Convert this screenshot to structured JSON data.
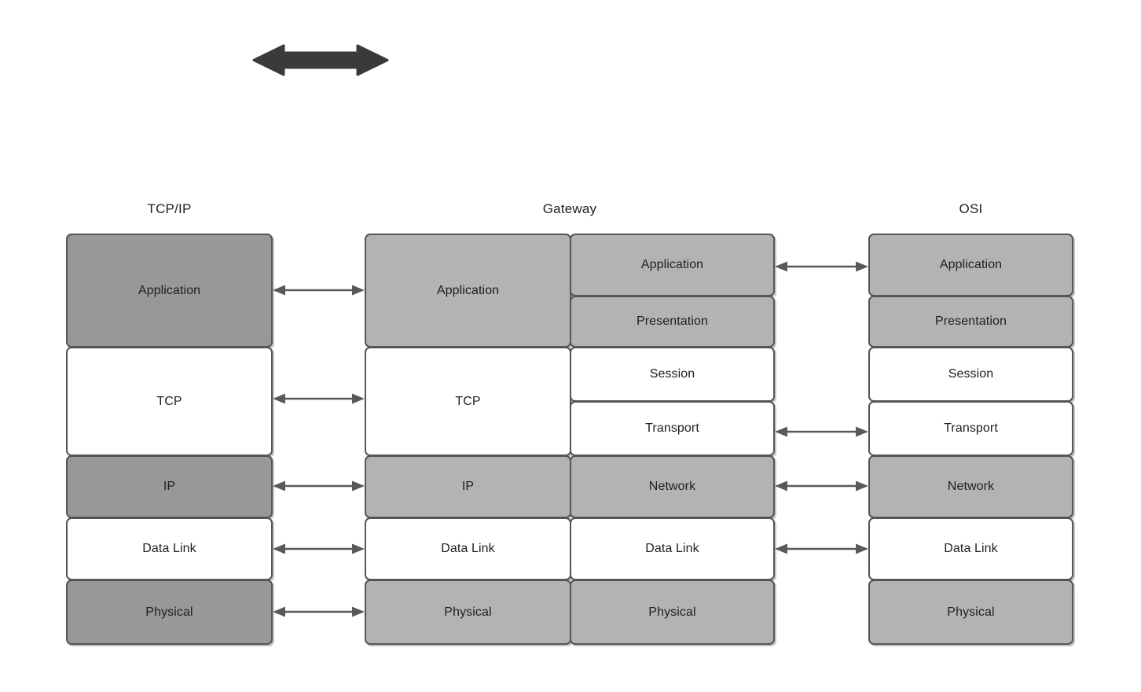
{
  "diagram": {
    "title_top_arrow": "bidirectional-arrow",
    "colors": {
      "tcpip_shaded": "#989898",
      "gateway_shaded": "#b3b3b3",
      "osi_shaded": "#b3b3b3",
      "unshaded": "#ffffff",
      "border": "#555555",
      "connector": "#595959",
      "big_arrow": "#3a3a3a",
      "text": "#1f1f1f"
    },
    "columns": [
      {
        "id": "tcpip",
        "title": "TCP/IP",
        "layers": [
          {
            "label": "Application",
            "shaded": true
          },
          {
            "label": "TCP",
            "shaded": false
          },
          {
            "label": "IP",
            "shaded": true
          },
          {
            "label": "Data Link",
            "shaded": false
          },
          {
            "label": "Physical",
            "shaded": true
          }
        ]
      },
      {
        "id": "gateway",
        "title": "Gateway",
        "left_layers": [
          {
            "label": "Application",
            "shaded": true
          },
          {
            "label": "TCP",
            "shaded": false
          },
          {
            "label": "IP",
            "shaded": true
          },
          {
            "label": "Data Link",
            "shaded": false
          },
          {
            "label": "Physical",
            "shaded": true
          }
        ],
        "right_layers": [
          {
            "label": "Application",
            "shaded": true
          },
          {
            "label": "Presentation",
            "shaded": true
          },
          {
            "label": "Session",
            "shaded": false
          },
          {
            "label": "Transport",
            "shaded": false
          },
          {
            "label": "Network",
            "shaded": true
          },
          {
            "label": "Data Link",
            "shaded": false
          },
          {
            "label": "Physical",
            "shaded": true
          }
        ]
      },
      {
        "id": "osi",
        "title": "OSI",
        "layers": [
          {
            "label": "Application",
            "shaded": true
          },
          {
            "label": "Presentation",
            "shaded": true
          },
          {
            "label": "Session",
            "shaded": false
          },
          {
            "label": "Transport",
            "shaded": false
          },
          {
            "label": "Network",
            "shaded": true
          },
          {
            "label": "Data Link",
            "shaded": false
          },
          {
            "label": "Physical",
            "shaded": true
          }
        ]
      }
    ],
    "connectors_left": [
      {
        "from": "Application",
        "to": "Application"
      },
      {
        "from": "TCP",
        "to": "TCP"
      },
      {
        "from": "IP",
        "to": "IP"
      },
      {
        "from": "Data Link",
        "to": "Data Link"
      },
      {
        "from": "Physical",
        "to": "Physical"
      }
    ],
    "connectors_right": [
      {
        "from": "Application",
        "to": "Application"
      },
      {
        "from": "Transport",
        "to": "Transport"
      },
      {
        "from": "Network",
        "to": "Network"
      },
      {
        "from": "Data Link",
        "to": "Data Link"
      }
    ]
  }
}
